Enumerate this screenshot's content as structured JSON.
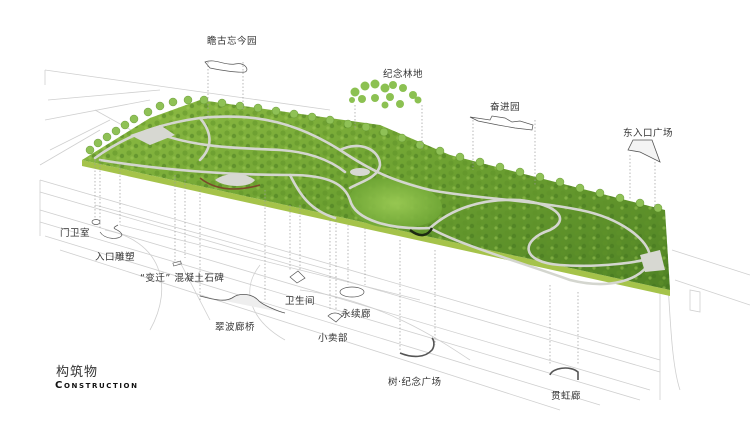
{
  "title": {
    "cn": "构筑物",
    "en": "Construction"
  },
  "labels": {
    "zhan_gu_wang_jin_yuan": "瞻古忘今园",
    "ji_nian_lin_di": "纪念林地",
    "fen_jin_yuan": "奋进园",
    "dong_ru_kou_guang_chang": "东入口广场",
    "men_wei_shi": "门卫室",
    "ru_kou_diao_su": "入口雕塑",
    "bian_qian_shi_bei": "“变迁” 混凝土石碑",
    "cui_bo_lang_qiao": "翠波廊桥",
    "wei_sheng_jian": "卫生间",
    "xiao_mai_bu": "小卖部",
    "yong_xu_lang": "永续廊",
    "shu_ji_nian_guang_chang": "树·纪念广场",
    "guan_hong_lang": "贯虹廊"
  },
  "colors": {
    "park_green": "#7fae3a",
    "park_dark": "#4f7d24",
    "path_gray": "#cfd2cc",
    "line_gray": "#c9c9c9",
    "leader_gray": "#9a9a9a",
    "tree_green": "#8cc152",
    "text": "#333333"
  }
}
